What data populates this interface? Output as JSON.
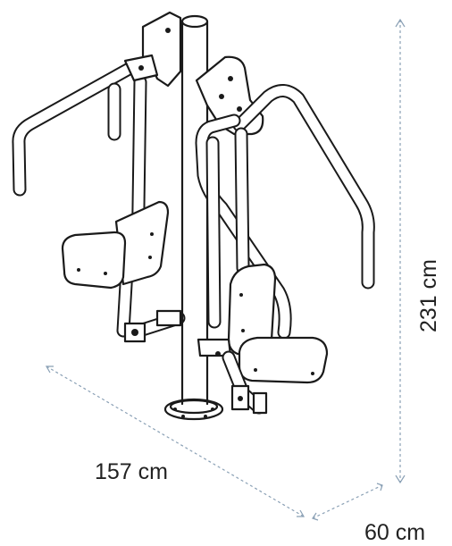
{
  "dimensions": {
    "width_label": "157 cm",
    "depth_label": "60 cm",
    "height_label": "231 cm"
  },
  "colors": {
    "line": "#1a1a1a",
    "dimension_line": "#8aa0b5",
    "background": "#ffffff"
  }
}
